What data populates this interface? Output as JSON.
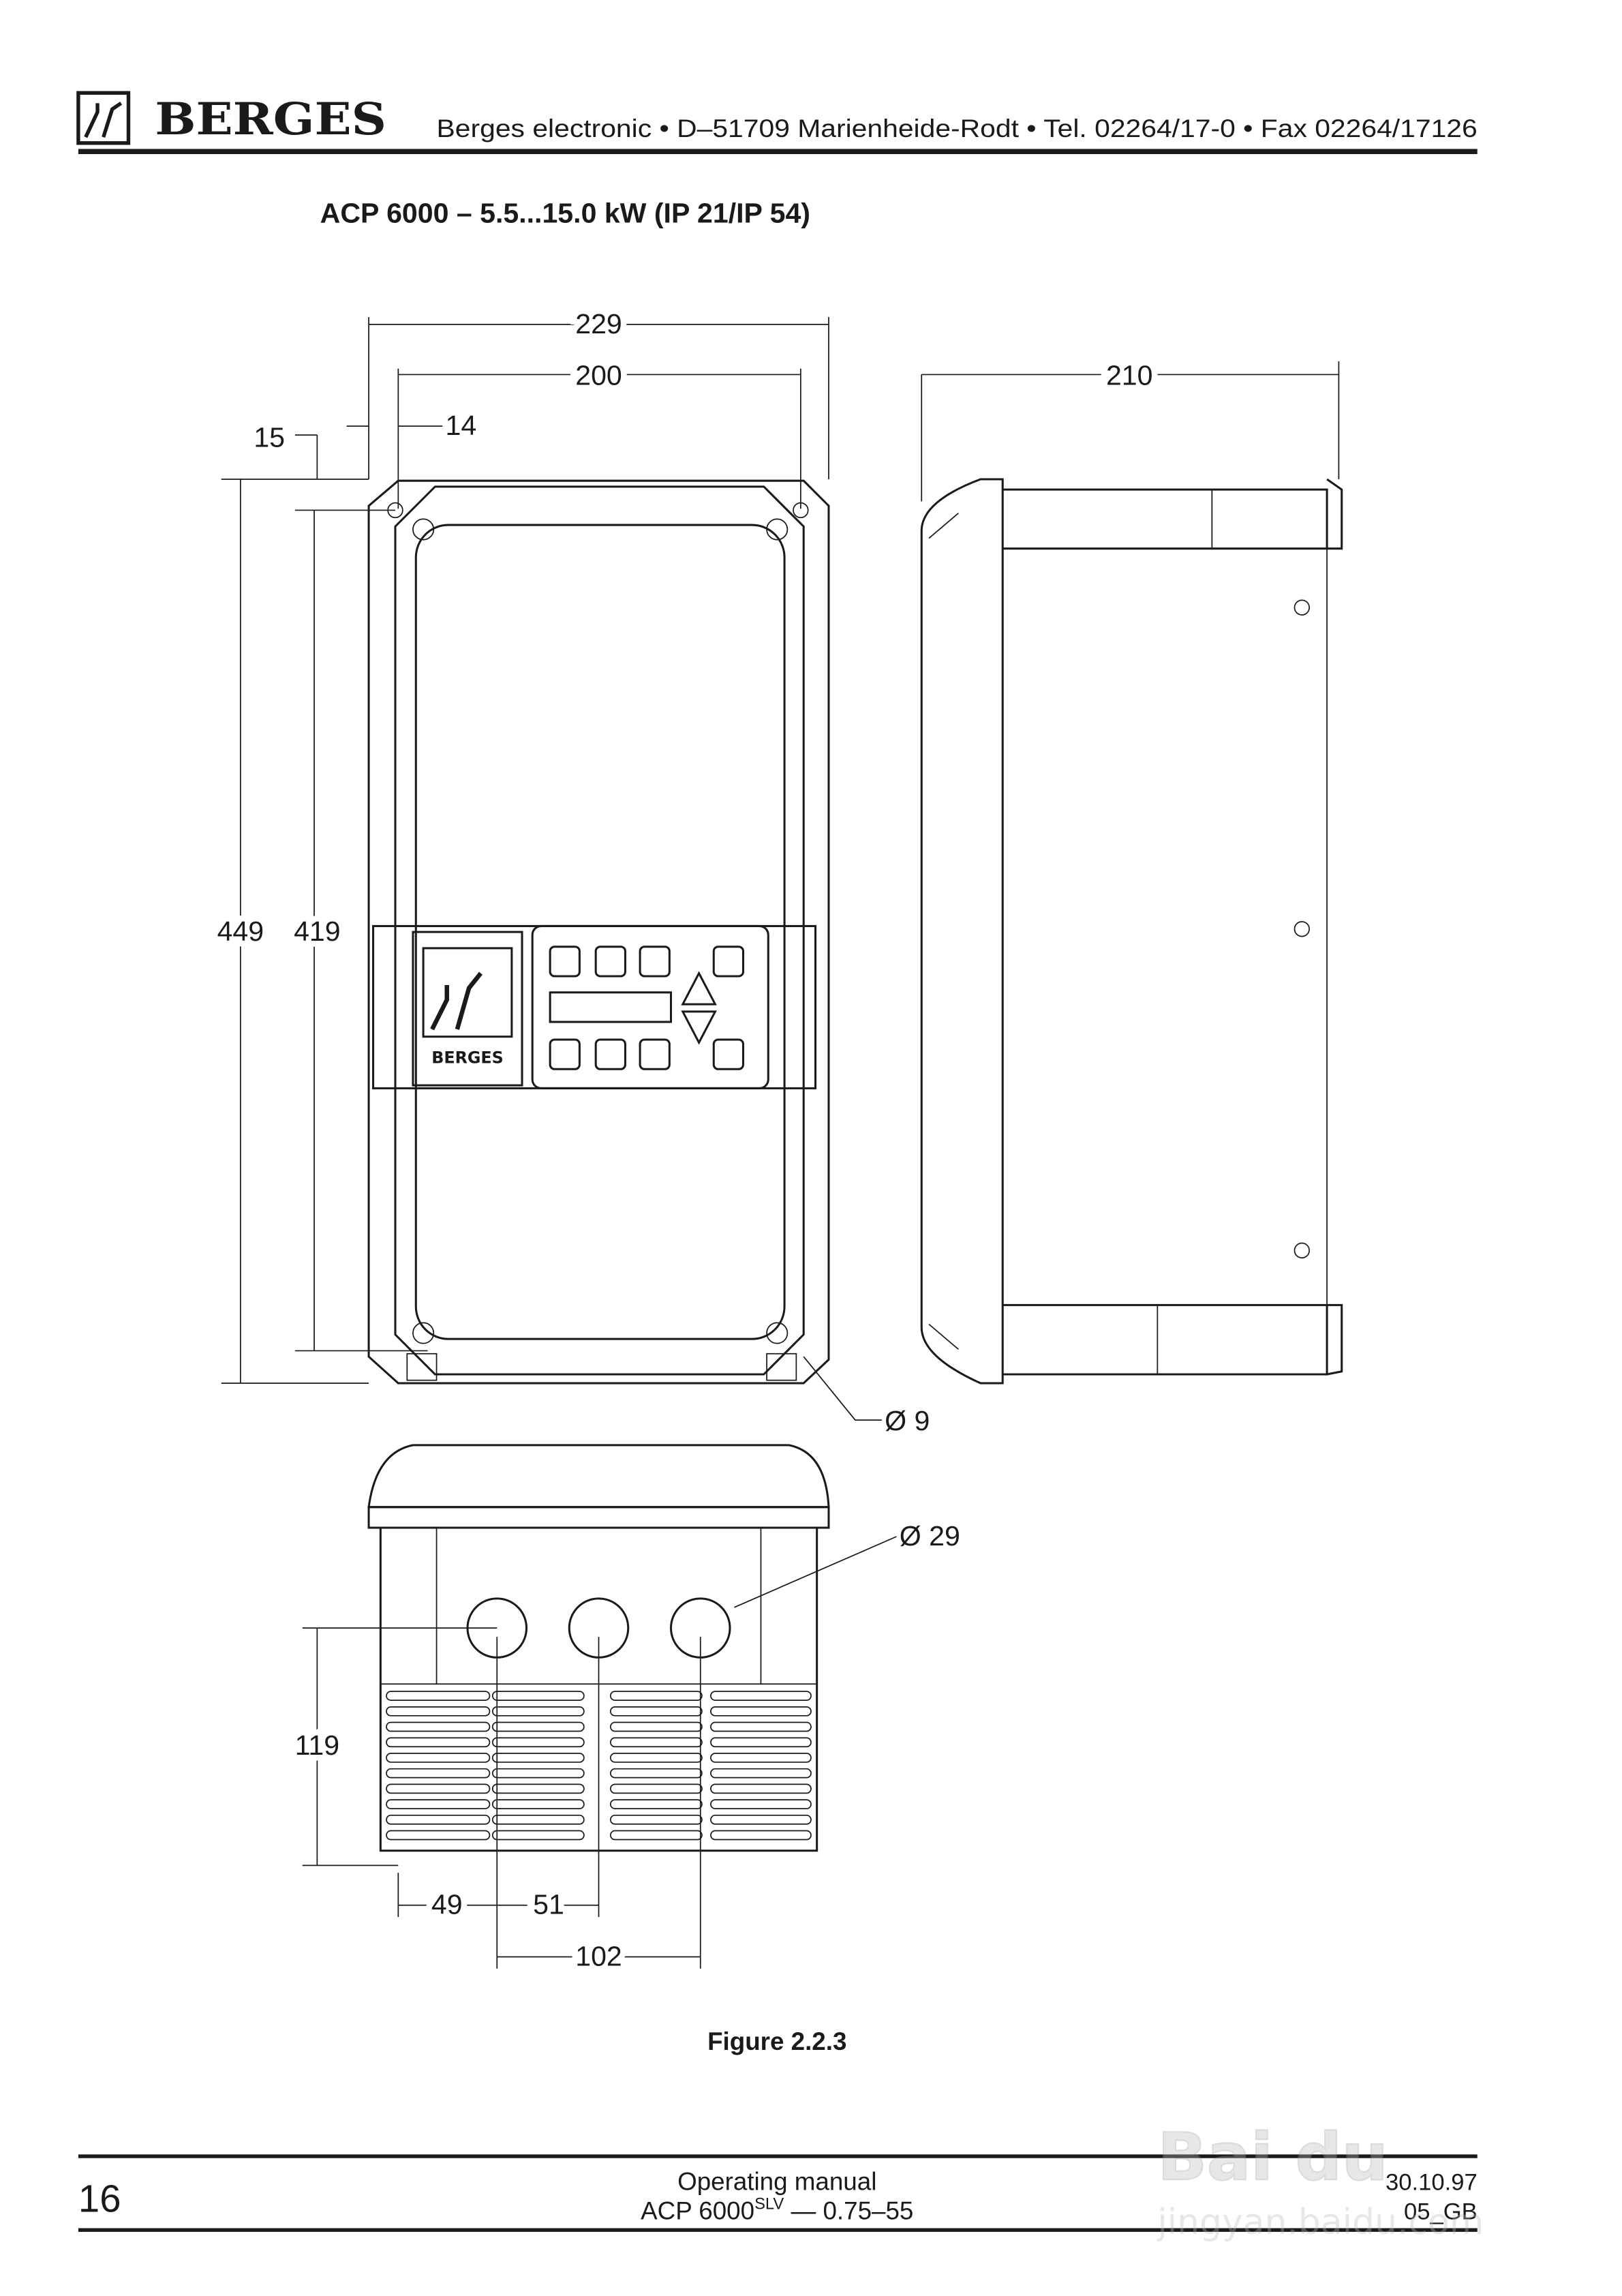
{
  "header": {
    "brand": "BERGES",
    "contact": "Berges electronic • D–51709 Marienheide-Rodt • Tel. 02264/17-0 • Fax 02264/17126"
  },
  "title": "ACP 6000 – 5.5...15.0 kW (IP 21/IP 54)",
  "drawing": {
    "front_view": {
      "dims": {
        "overall_width": "229",
        "hole_spacing_width": "200",
        "side_offset": "14",
        "top_offset": "15",
        "overall_height": "449",
        "hole_spacing_height": "419",
        "hole_diameter": "Ø 9"
      },
      "panel_logo_text": "BERGES"
    },
    "side_view": {
      "dims": {
        "depth": "210"
      }
    },
    "bottom_view": {
      "dims": {
        "gland_diameter": "Ø 29",
        "gland_height": "119",
        "offset_1": "49",
        "offset_2": "51",
        "span": "102"
      }
    }
  },
  "caption": "Figure 2.2.3",
  "footer": {
    "page_number": "16",
    "doc_line1": "Operating manual",
    "doc_line2_main": "ACP 6000",
    "doc_line2_sup": "SLV",
    "doc_line2_rest": " — 0.75–55",
    "date": "30.10.97",
    "code": "05_GB"
  },
  "watermark": "Baidu 经验 jingyan.baidu.com"
}
